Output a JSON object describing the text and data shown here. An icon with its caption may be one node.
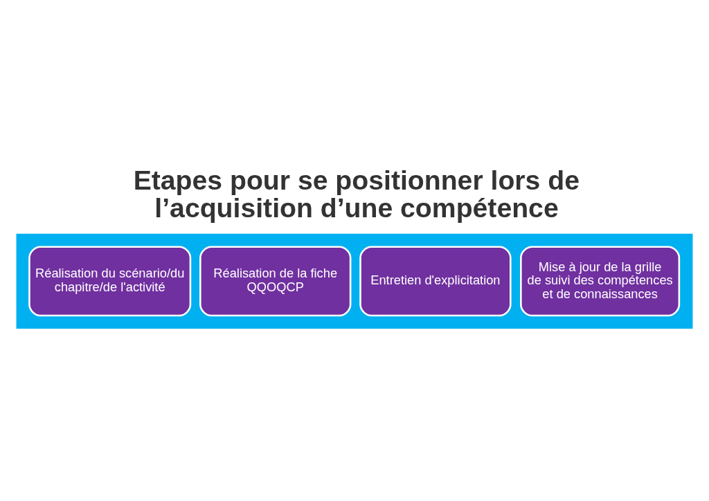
{
  "diagram": {
    "title": "Etapes pour se positionner lors de l’acquisition d’une compétence",
    "nodes": [
      {
        "text": [],
        "shape": "arrow"
      },
      {
        "text": [
          "Réalisation du scénario/du chapitre/de l'activité"
        ],
        "in": 0
      },
      {
        "text": [
          "Réalisation de la fiche QQOQCP"
        ],
        "in": 0
      },
      {
        "text": [
          "Entretien d'explicitation"
        ],
        "in": 0
      },
      {
        "text": [
          "Mise à jour de la grille de suivi des compétences et de connaissances"
        ],
        "in": 0
      }
    ]
  }
}
